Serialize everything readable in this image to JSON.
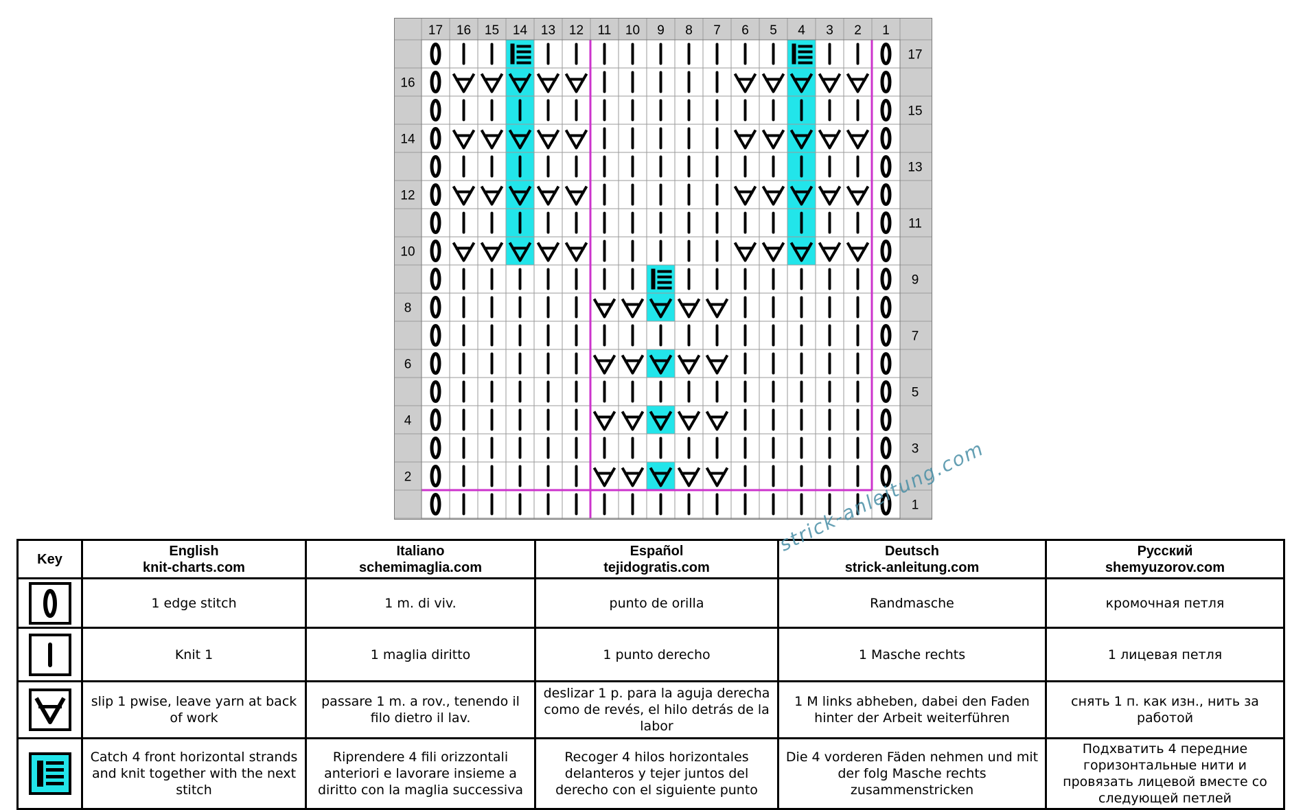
{
  "chart": {
    "columns": 17,
    "rows": 17,
    "column_numbers": [
      "17",
      "16",
      "15",
      "14",
      "13",
      "12",
      "11",
      "10",
      "9",
      "8",
      "7",
      "6",
      "5",
      "4",
      "3",
      "2",
      "1"
    ],
    "row_numbers": [
      "1",
      "2",
      "3",
      "4",
      "5",
      "6",
      "7",
      "8",
      "9",
      "10",
      "11",
      "12",
      "13",
      "14",
      "15",
      "16",
      "17"
    ],
    "highlight_color": "#22e5ea",
    "repeat_border_color": "#cc33cc",
    "grid_rows_top_to_bottom": [
      "EKKCKKKKKKKKKCKKE",
      "ESSSSSKKKKKSSSSSE",
      "EKKKKKKKKKKKKKKKE",
      "ESSSSSKKKKKSSSSSE",
      "EKKKKKKKKKKKKKKKE",
      "ESSSSSKKKKKSSSSSE",
      "EKKKKKKKKKKKKKKKE",
      "ESSSSSKKKKKSSSSSE",
      "EKKKKKKKCKKKKKKKE",
      "EKKKKKSSSSSKKKKKE",
      "EKKKKKKKKKKKKKKKE",
      "EKKKKKSSSSSKKKKKE",
      "EKKKKKKKKKKKKKKKE",
      "EKKKKKSSSSSKKKKKE",
      "EKKKKKKKKKKKKKKKE",
      "EKKKKKSSSSSKKKKKE",
      "EKKKKKKKKKKKKKKKE"
    ],
    "highlighted_cells_top_to_bottom": [
      [
        3,
        13
      ],
      [
        3,
        13
      ],
      [
        3,
        13
      ],
      [
        3,
        13
      ],
      [
        3,
        13
      ],
      [
        3,
        13
      ],
      [
        3,
        13
      ],
      [
        3,
        13
      ],
      [
        8
      ],
      [
        8
      ],
      [],
      [
        8
      ],
      [],
      [
        8
      ],
      [],
      [
        8
      ],
      []
    ],
    "symbol_codes": {
      "E": "edge-stitch",
      "K": "knit",
      "S": "slip-purlwise-yarn-back",
      "C": "catch-strands-knit"
    }
  },
  "key": {
    "headers": [
      {
        "lines": [
          "Key"
        ]
      },
      {
        "lines": [
          "English",
          "knit-charts.com"
        ]
      },
      {
        "lines": [
          "Italiano",
          "schemimaglia.com"
        ]
      },
      {
        "lines": [
          "Español",
          "tejidogratis.com"
        ]
      },
      {
        "lines": [
          "Deutsch",
          "strick-anleitung.com"
        ]
      },
      {
        "lines": [
          "Русский",
          "shemyuzorov.com"
        ]
      }
    ],
    "rows": [
      {
        "symbol": "edge-stitch",
        "texts": [
          "1 edge stitch",
          "1 m. di viv.",
          "punto de orilla",
          "Randmasche",
          "кромочная петля"
        ]
      },
      {
        "symbol": "knit",
        "texts": [
          "Knit 1",
          "1 maglia diritto",
          "1 punto derecho",
          "1 Masche rechts",
          "1 лицевая петля"
        ]
      },
      {
        "symbol": "slip-purlwise-yarn-back",
        "texts": [
          "slip 1 pwise, leave yarn at back of work",
          "passare 1 m. a rov., tenendo il filo dietro il lav.",
          "deslizar 1 p. para la aguja derecha como de revés, el hilo detrás de la labor",
          "1 M links abheben, dabei den Faden hinter der Arbeit weiterführen",
          "снять 1 п. как изн., нить за работой"
        ]
      },
      {
        "symbol": "catch-strands-knit",
        "texts": [
          "Catch 4 front horizontal strands and knit together with the next stitch",
          "Riprendere 4 fili orizzontali anteriori e lavorare insieme a diritto con la maglia successiva",
          "Recoger 4 hilos horizontales delanteros y tejer juntos del derecho con el siguiente punto",
          "Die 4 vorderen Fäden nehmen und mit der folg Masche rechts zusammenstricken",
          "Подхватить 4 передние горизонтальные нити и провязать лицевой вместе со следующей петлей"
        ]
      }
    ]
  },
  "watermark": "strick-anleitung.com"
}
